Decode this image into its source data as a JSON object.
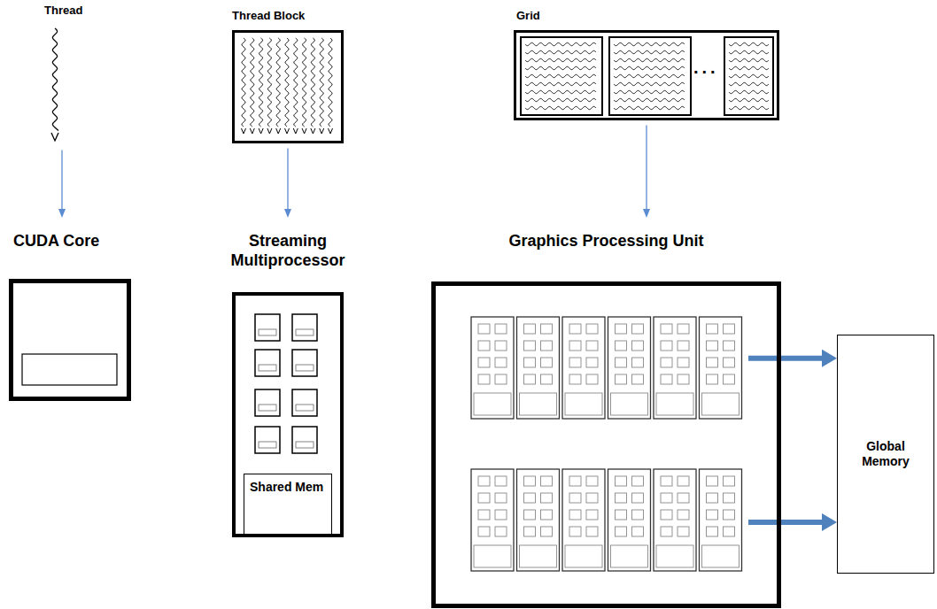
{
  "diagram": {
    "nodes": [
      {
        "text": [
          "Thread"
        ]
      },
      {
        "text": [
          "Thread Block"
        ]
      },
      {
        "text": [
          "Grid"
        ]
      },
      {
        "text": [
          "CUDA Core"
        ]
      },
      {
        "text": [
          "Streaming Multiprocessor"
        ]
      },
      {
        "text": [
          "Shared Mem"
        ],
        "in": 4
      },
      {
        "text": [
          "Graphics Processing Unit"
        ]
      },
      {
        "text": [
          "Global Memory"
        ]
      }
    ],
    "edges": [
      {
        "from": 0,
        "to": 3,
        "arrow": "to"
      },
      {
        "from": 1,
        "to": 4,
        "arrow": "to"
      },
      {
        "from": 2,
        "to": 6,
        "arrow": "to"
      },
      {
        "from": 6,
        "to": 7,
        "arrow": "to"
      },
      {
        "from": 6,
        "to": 7,
        "arrow": "to"
      }
    ],
    "labels": [
      "..."
    ]
  }
}
